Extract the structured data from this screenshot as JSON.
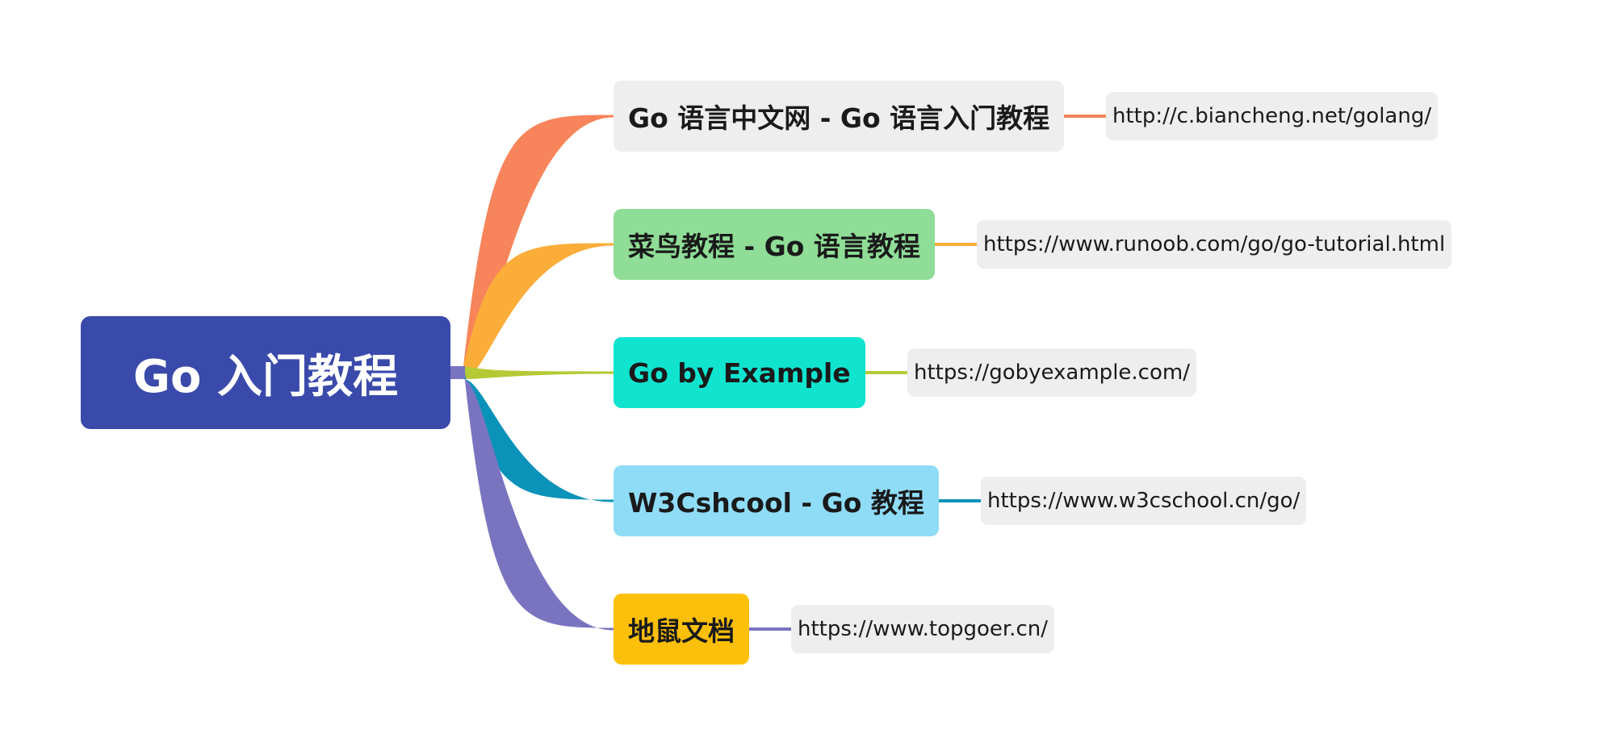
{
  "root": {
    "label": "Go 入门教程",
    "color": "#3a4aab"
  },
  "branches": [
    {
      "label": "Go 语言中文网 - Go 语言入门教程",
      "url": "http://c.biancheng.net/golang/",
      "node_color": "#eeeeee",
      "line_color": "#f7845a"
    },
    {
      "label": "菜鸟教程 - Go 语言教程",
      "url": "https://www.runoob.com/go/go-tutorial.html",
      "node_color": "#8fdd97",
      "line_color": "#fbad3a"
    },
    {
      "label": "Go by Example",
      "url": "https://gobyexample.com/",
      "node_color": "#10e4cf",
      "line_color": "#b5c935"
    },
    {
      "label": "W3Cshcool - Go 教程",
      "url": "https://www.w3cschool.cn/go/",
      "node_color": "#8fdcf7",
      "line_color": "#0a92b8"
    },
    {
      "label": "地鼠文档",
      "url": "https://www.topgoer.cn/",
      "node_color": "#fdc00a",
      "line_color": "#7a74c0"
    }
  ]
}
